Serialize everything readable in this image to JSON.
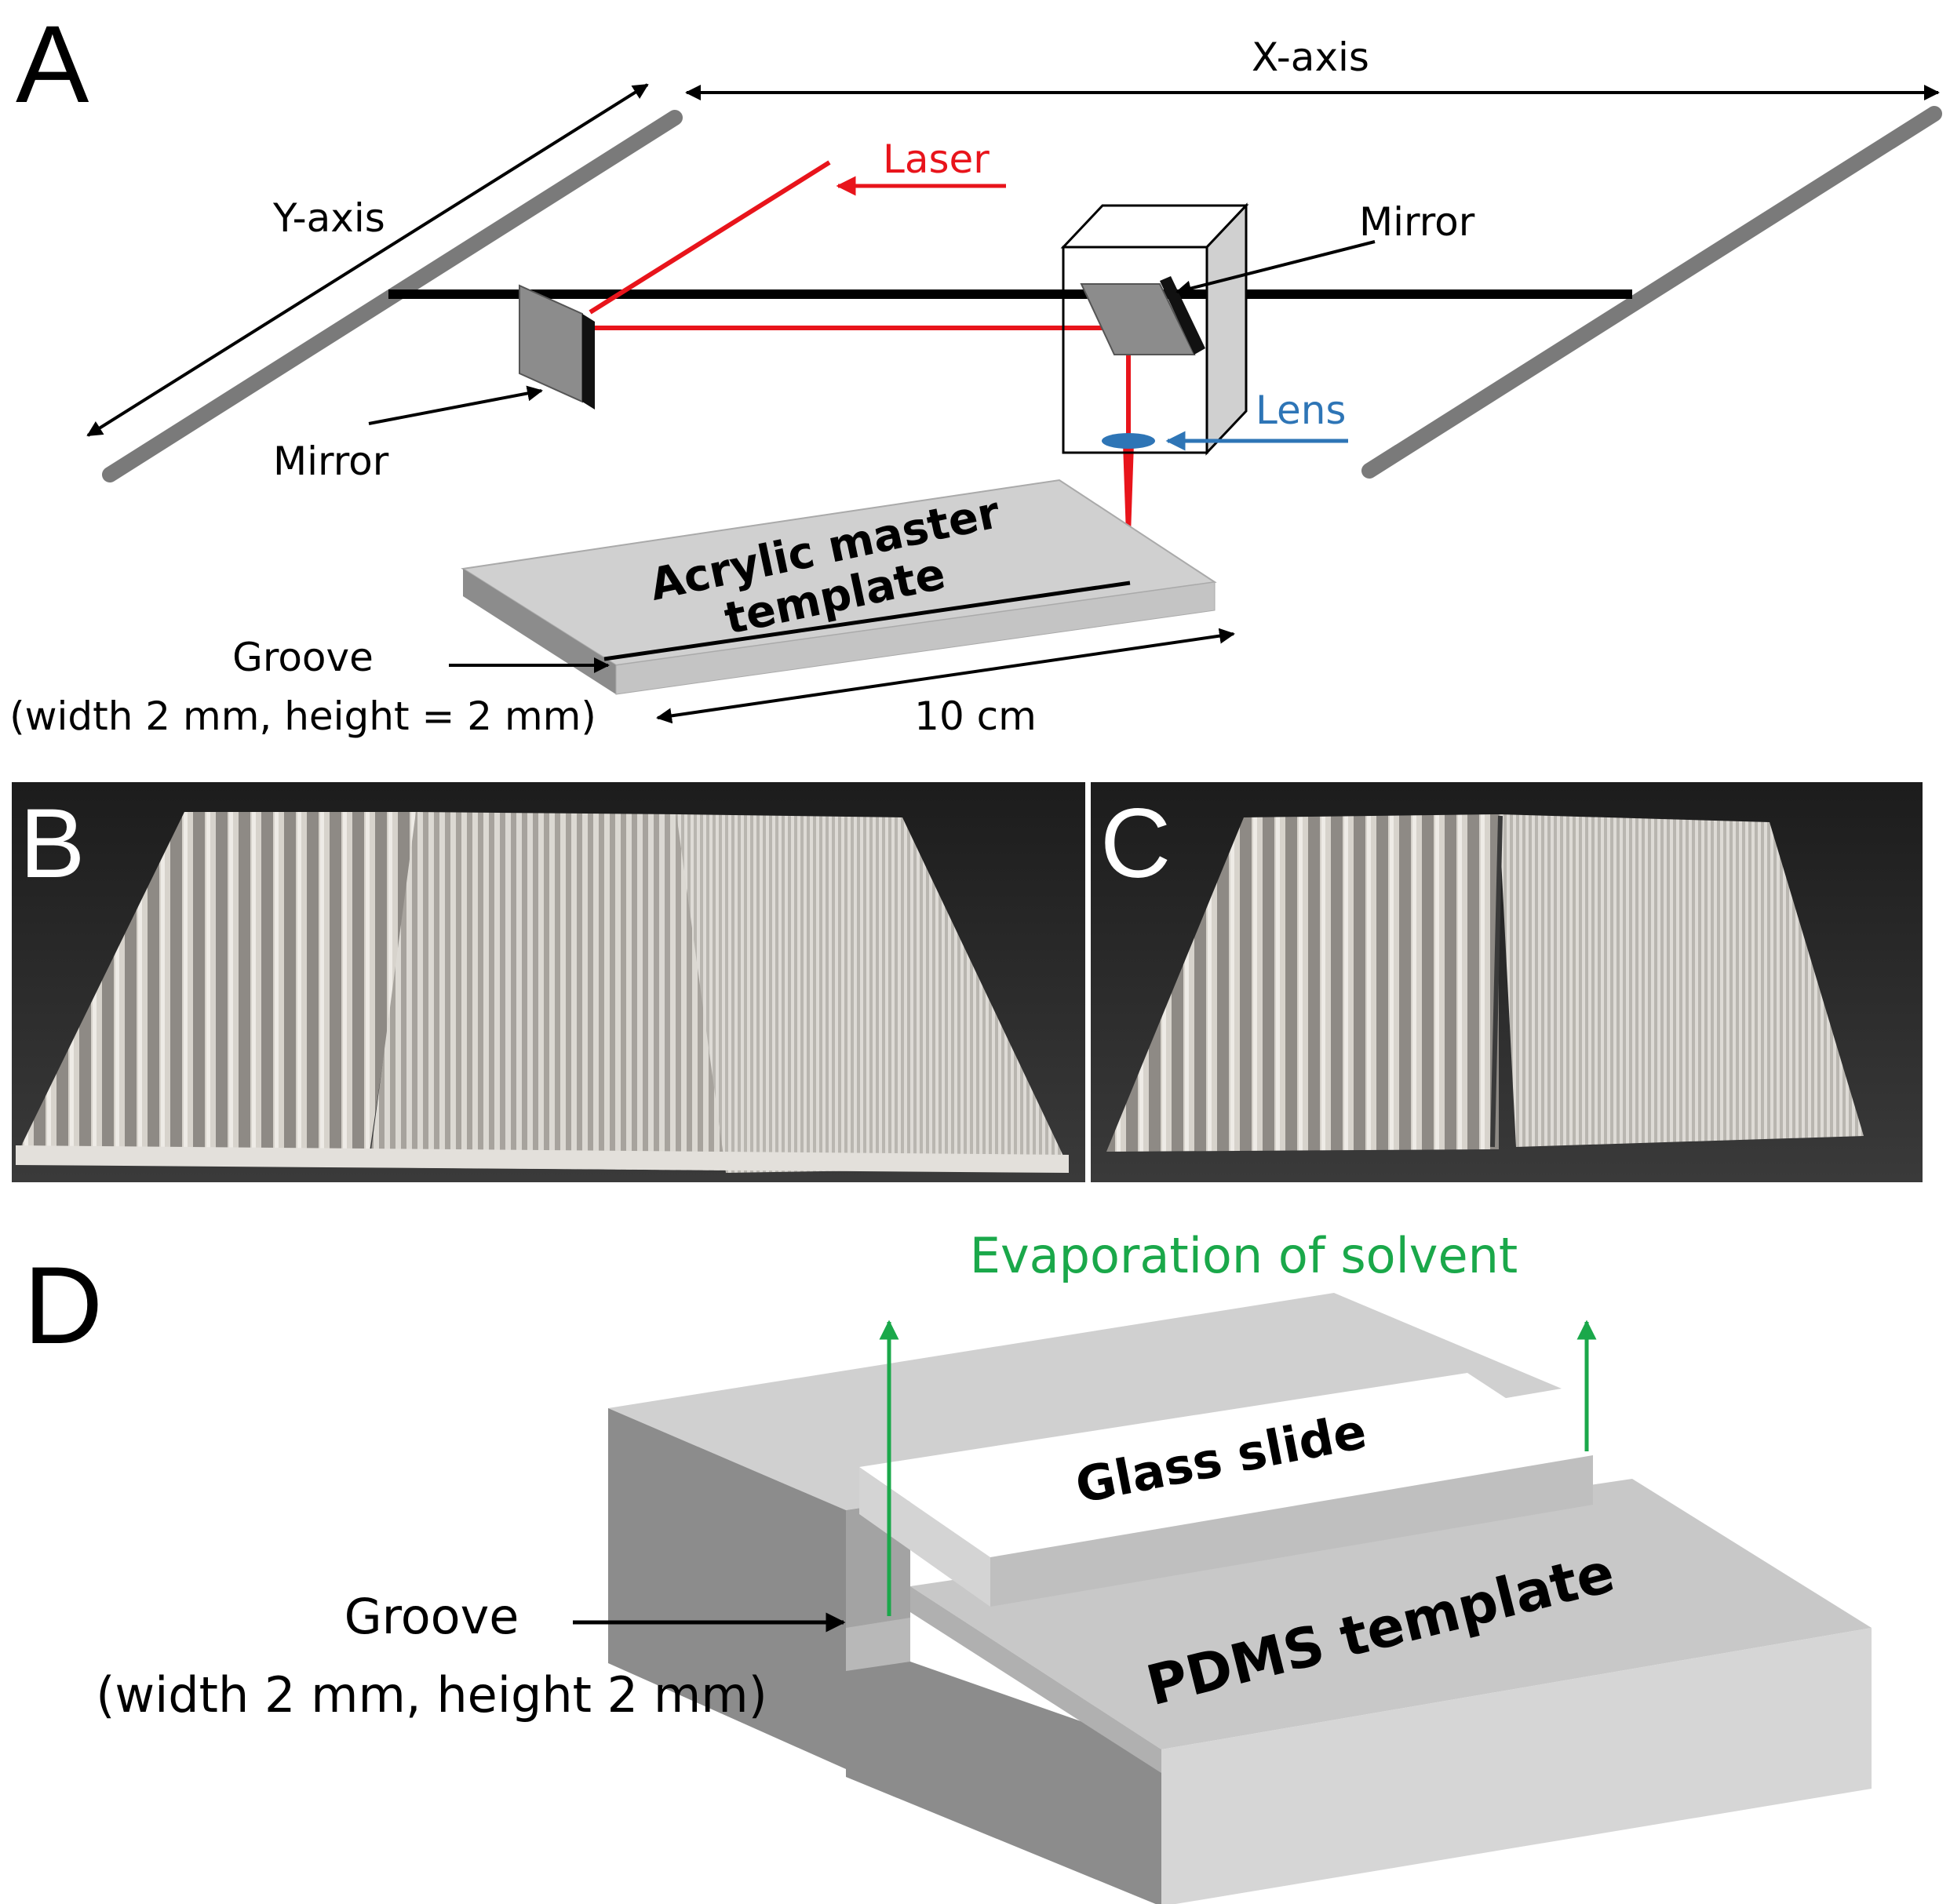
{
  "panels": {
    "a": "A",
    "b": "B",
    "c": "C",
    "d": "D"
  },
  "panel_a": {
    "x_axis": "X-axis",
    "y_axis": "Y-axis",
    "laser": "Laser",
    "mirror_right": "Mirror",
    "mirror_left": "Mirror",
    "lens": "Lens",
    "template_line1": "Acrylic master",
    "template_line2": "template",
    "groove_line1": "Groove",
    "groove_line2": "(width 2 mm, height = 2 mm)",
    "length": "10 cm"
  },
  "panel_d": {
    "evaporation": "Evaporation of solvent",
    "glass_slide": "Glass slide",
    "pdms_template": "PDMS template",
    "groove_line1": "Groove",
    "groove_line2": "(width 2 mm, height 2 mm)"
  },
  "colors": {
    "laser": "#e8141b",
    "lens": "#2e75b6",
    "evaporation": "#1aa84a",
    "rail": "#7a7a7a",
    "block_top": "#d0d0d0",
    "block_side": "#8c8c8c"
  }
}
